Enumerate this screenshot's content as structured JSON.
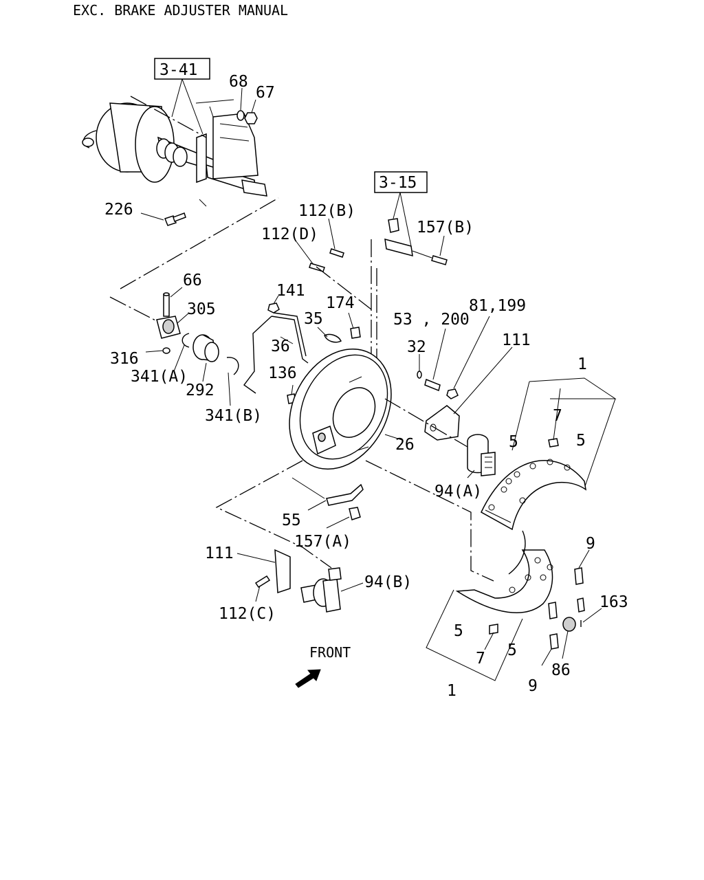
{
  "header": {
    "title": "EXC. BRAKE ADJUSTER MANUAL"
  },
  "refs": {
    "r341": "3-41",
    "r315": "3-15"
  },
  "front_label": "FRONT",
  "callouts": {
    "c68": "68",
    "c67": "67",
    "c226": "226",
    "c112b": "112(B)",
    "c112d": "112(D)",
    "c157b": "157(B)",
    "c66": "66",
    "c305": "305",
    "c316": "316",
    "c341a": "341(A)",
    "c292": "292",
    "c341b": "341(B)",
    "c141": "141",
    "c174": "174",
    "c35": "35",
    "c36": "36",
    "c136": "136",
    "c53_200": "53 , 200",
    "c81_199": "81,199",
    "c32": "32",
    "c111a": "111",
    "c26": "26",
    "c94a": "94(A)",
    "c1a": "1",
    "c7a": "7",
    "c5a": "5",
    "c5b": "5",
    "c55": "55",
    "c157a": "157(A)",
    "c111b": "111",
    "c94b": "94(B)",
    "c112c": "112(C)",
    "c9a": "9",
    "c163": "163",
    "c5c": "5",
    "c7b": "7",
    "c5d": "5",
    "c1b": "1",
    "c9b": "9",
    "c86": "86"
  }
}
